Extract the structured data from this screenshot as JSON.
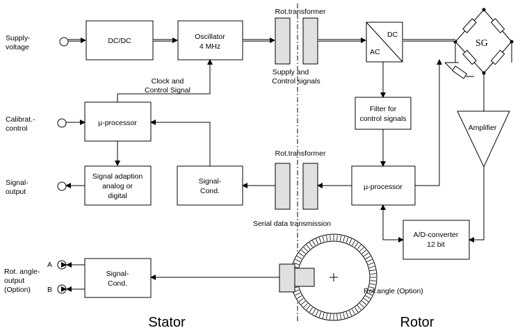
{
  "inputs": {
    "supply_voltage": [
      "Supply-",
      "voltage"
    ],
    "calibrat_control": [
      "Calibrat.-",
      "control"
    ],
    "signal_output": [
      "Signal-",
      "output"
    ],
    "rot_angle_output": [
      "Rot. angle-",
      "output",
      "(Option)"
    ],
    "channel_a": "A",
    "channel_b": "B"
  },
  "blocks": {
    "dcdc": "DC/DC",
    "oscillator": [
      "Oscillator",
      "4 MHz"
    ],
    "mu_processor_stator": "µ-processor",
    "signal_adaption": [
      "Signal adaption",
      "analog or",
      "digital"
    ],
    "signal_cond_mid": [
      "Signal-",
      "Cond."
    ],
    "signal_cond_bottom": [
      "Signal-",
      "Cond."
    ],
    "ac_dc_dc": "DC",
    "ac_dc_ac": "AC",
    "filter": [
      "Filter for",
      "control signals"
    ],
    "mu_processor_rotor": "µ-processor",
    "ad_converter": [
      "A/D-converter",
      "12 bit"
    ],
    "amplifier": "Amplifier",
    "sg": "SG"
  },
  "labels": {
    "rot_transformer_top": "Rot.transformer",
    "supply_control_signals": [
      "Supply and",
      "Control signals"
    ],
    "clock_control_signal": [
      "Clock and",
      "Control Signal"
    ],
    "rot_transformer_mid": "Rot.transformer",
    "serial_data": "Serial data transmission",
    "rot_angle_option": "Rot.angle (Option)",
    "stator": "Stator",
    "rotor": "Rotor"
  }
}
